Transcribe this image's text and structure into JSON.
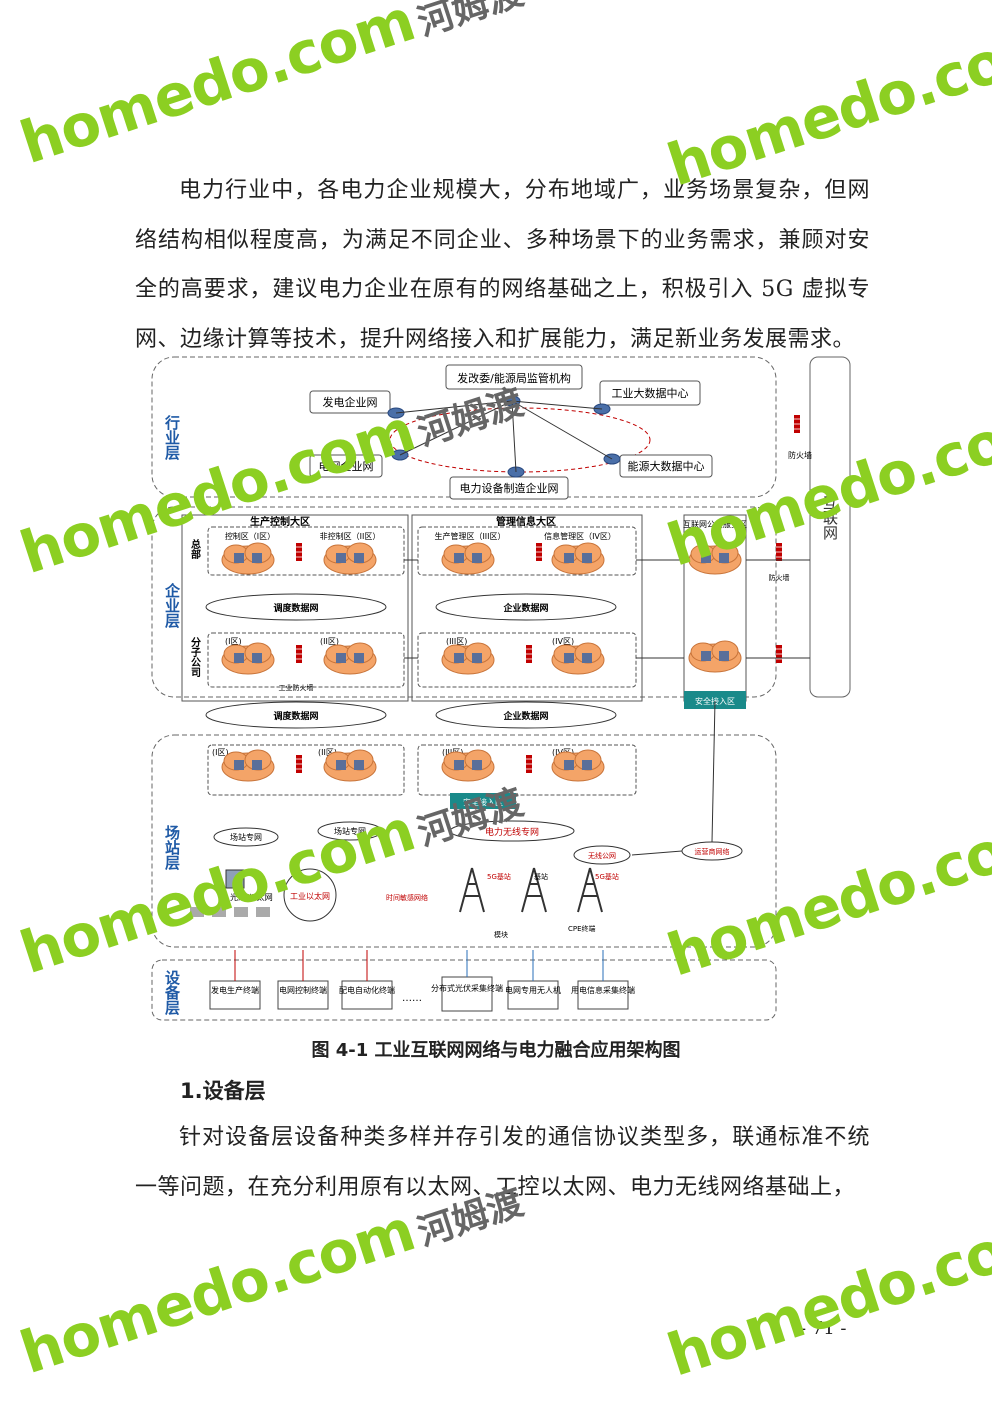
{
  "paragraph1": "电力行业中，各电力企业规模大，分布地域广，业务场景复杂，但网络结构相似程度高，为满足不同企业、多种场景下的业务需求，兼顾对安全的高要求，建议电力企业在原有的网络基础之上，积极引入 5G 虚拟专网、边缘计算等技术，提升网络接入和扩展能力，满足新业务发展需求。",
  "figure": {
    "caption": "图 4-1  工业互联网网络与电力融合应用架构图",
    "layers": [
      "行业层",
      "企业层",
      "场站层",
      "设备层"
    ],
    "internet": "互联网",
    "industry": {
      "center": "发改委/能源局监管机构",
      "nodes": [
        "发电企业网",
        "工业大数据中心",
        "电网企业网",
        "能源大数据中心",
        "电力设备制造企业网"
      ],
      "firewall": "防火墙"
    },
    "enterprise": {
      "zone_control": "生产控制大区",
      "zone_mgmt": "管理信息大区",
      "hq": "总部",
      "branch": "分子公司",
      "areas": [
        "控制区（I区）",
        "非控制区（II区）",
        "生产管理区（III区）",
        "信息管理区（IV区）"
      ],
      "branch_areas": [
        "(I区)",
        "(II区)",
        "(III区)",
        "(IV区)"
      ],
      "dispatch_net": "调度数据网",
      "enterprise_net": "企业数据网",
      "public_zone": "互联网公共服务区",
      "secure_access": "安全接入区",
      "industrial_fw": "工业防火墙",
      "fw": "防火墙"
    },
    "station": {
      "areas": [
        "(I区)",
        "(II区)",
        "(III区)",
        "(IV区)"
      ],
      "secure_access": "安全接入区",
      "station_net": "场站专网",
      "wireless_net": "电力无线专网",
      "fiber": "光纤/以太网",
      "industrial_eth": "工业以太网",
      "tsn": "时间敏感网络",
      "bs_5g": "5G基站",
      "bs": "基站",
      "module": "模块",
      "cpe": "CPE终端",
      "public_net": "无线公网",
      "operator": "运营商网络"
    },
    "devices": [
      "发电生产终端",
      "电网控制终端",
      "配电自动化终端",
      "……",
      "分布式光伏采集终端",
      "电网专用无人机",
      "用电信息采集终端"
    ]
  },
  "section_heading": "1.设备层",
  "paragraph2": "针对设备层设备种类多样并存引发的通信协议类型多，联通标准不统一等问题，在充分利用原有以太网、工控以太网、电力无线网络基础上，",
  "page_number": "- 71 -",
  "watermark": {
    "brand_green": "home",
    "brand_blue": "d",
    "brand_green2": "o.com",
    "cn": "河姆渡"
  },
  "colors": {
    "brand_green": "#8ccf22",
    "brand_blue": "#2590d8",
    "accent_red": "#c00000",
    "teal": "#1a8a8a"
  }
}
